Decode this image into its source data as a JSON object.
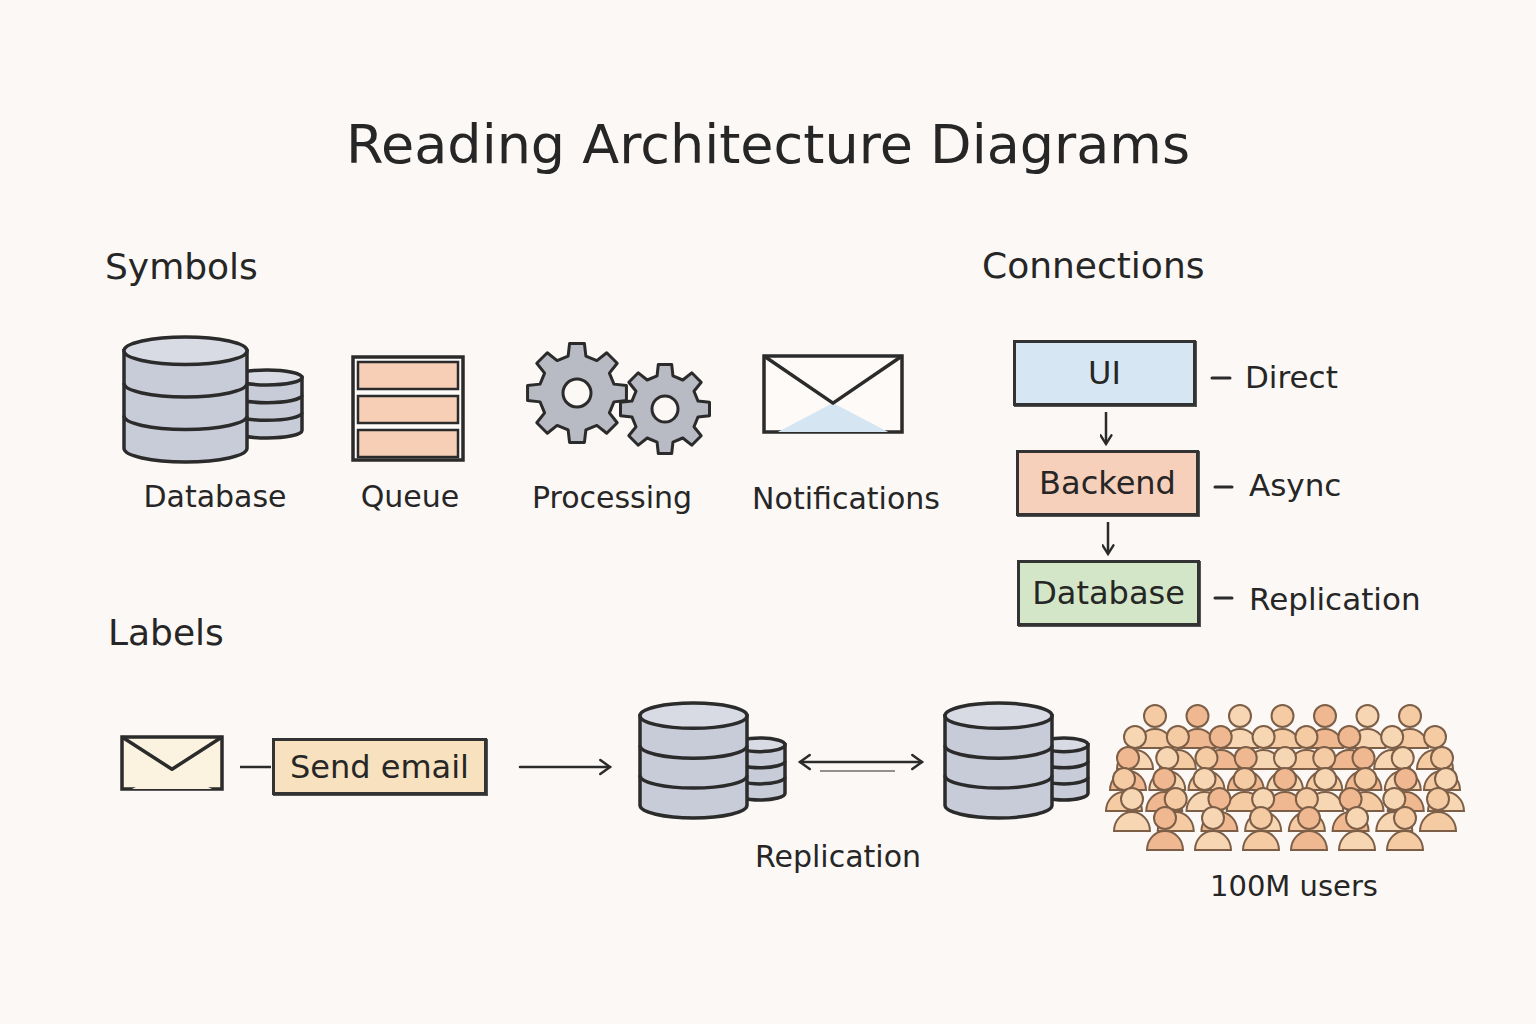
{
  "diagram": {
    "title": "Reading Architecture Diagrams",
    "nodes": [
      {
        "text": [
          "UI"
        ]
      },
      {
        "text": [
          "Backend"
        ]
      },
      {
        "text": [
          "Database"
        ]
      },
      {
        "text": [
          "Send email"
        ]
      }
    ],
    "edges": [
      {
        "from": 0,
        "to": 1,
        "arrow": "to"
      },
      {
        "from": 1,
        "to": 2,
        "arrow": "to"
      }
    ],
    "labels": [
      "Symbols",
      "Connections",
      "Database",
      "Queue",
      "Processing",
      "Notifications",
      "Direct",
      "Async",
      "Replication",
      "Labels",
      "Replication",
      "100M users"
    ]
  }
}
